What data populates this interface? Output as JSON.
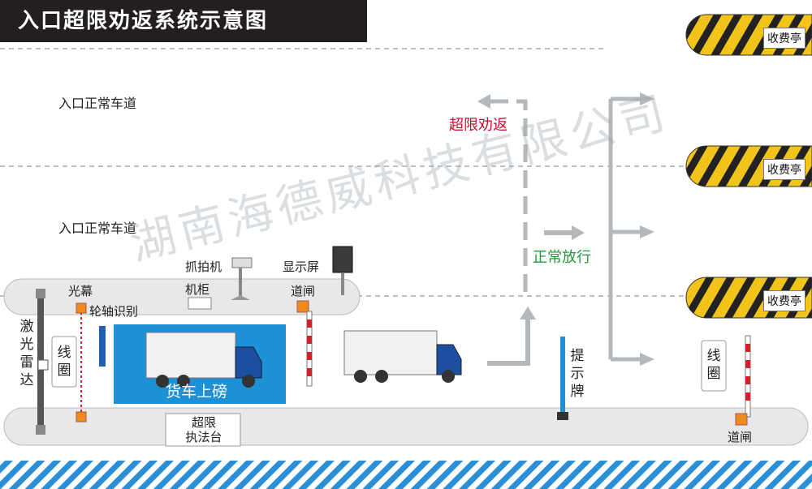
{
  "title": "入口超限劝返系统示意图",
  "lanes": [
    "入口正常车道",
    "入口正常车道"
  ],
  "labels": {
    "light_curtain": "光幕",
    "wheel_axle": "轮轴识别",
    "camera": "抓拍机",
    "cabinet": "机柜",
    "display": "显示屏",
    "barrier_left": "道闸",
    "laser_radar": "激光雷达",
    "loop_left": "线圈",
    "weighing": "货车上磅",
    "enforcement": "超限\n执法台",
    "return": "超限劝返",
    "pass": "正常放行",
    "sign": "提示牌",
    "loop_right": "线圈",
    "barrier_right": "道闸",
    "toll_booths": [
      "收费亭",
      "收费亭",
      "收费亭"
    ]
  },
  "watermark": "湖南海德威科技有限公司",
  "colors": {
    "title_bg": "#231f20",
    "weigh_blue": "#1e90d6",
    "red_text": "#c8102e",
    "green_text": "#1f9a3b",
    "arrow_gray": "#b5b8bb",
    "booth_yellow": "#f2c318"
  }
}
